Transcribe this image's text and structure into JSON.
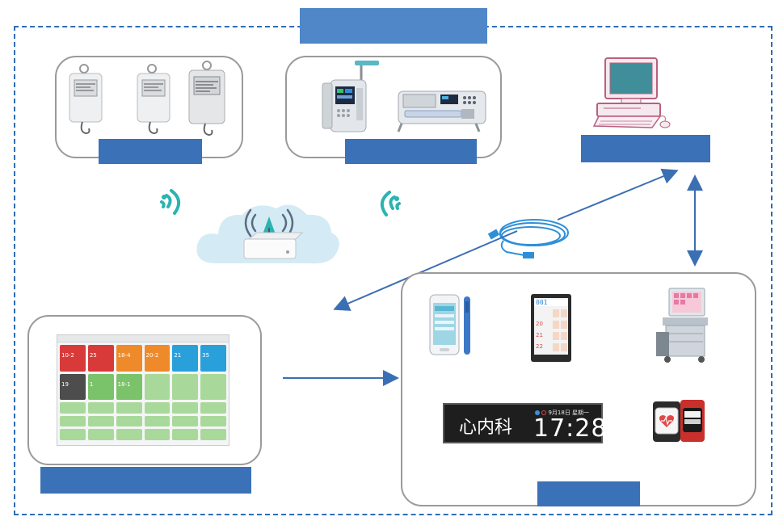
{
  "diagram": {
    "title_bar": "",
    "labels": {
      "sensors": "",
      "pumps": "",
      "workstation": "",
      "central_monitor": "",
      "terminals": ""
    },
    "display": {
      "department": "心内科",
      "date": "9月18日 星期一",
      "time": "17:28"
    },
    "tablet": {
      "rows": [
        "001",
        "20",
        "21",
        "22"
      ]
    },
    "monitor_tiles": {
      "row1": [
        "10-2",
        "25",
        "18-4",
        "20-2",
        "21",
        "35"
      ],
      "row2": [
        "19",
        "1",
        "18-1",
        "",
        "",
        ""
      ],
      "row3": [
        "",
        "",
        "",
        "",
        "",
        ""
      ],
      "row4": [
        "",
        "",
        "",
        "",
        "",
        ""
      ],
      "row5": [
        "",
        "",
        "",
        "",
        "",
        ""
      ],
      "colors": {
        "red": "#d83a3a",
        "orange": "#ef8a2b",
        "blue": "#2aa0db",
        "dark": "#4d4d4d",
        "green": "#7bc36a",
        "light_green": "#a9d99a"
      }
    },
    "colors": {
      "frame": "#2f6db5",
      "label_bar": "#3b71b7",
      "title_bar": "#4f87c8",
      "arrow": "#3b6fb3",
      "wifi": "#2bb3b1",
      "cloud": "#cfe8f3"
    }
  }
}
